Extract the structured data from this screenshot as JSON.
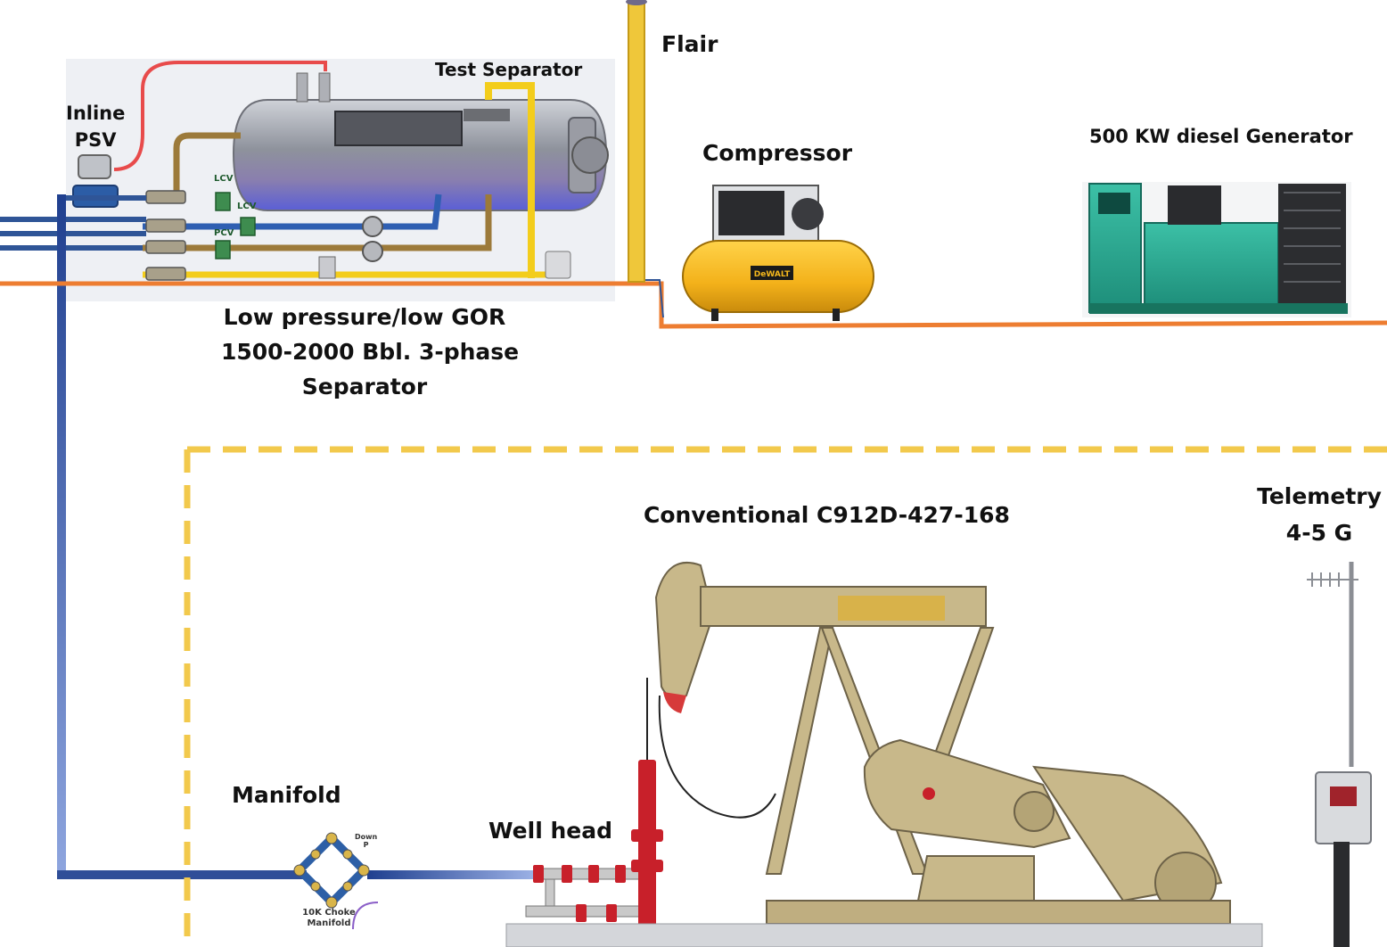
{
  "labels": {
    "flair": "Flair",
    "test_separator": "Test Separator",
    "inline_psv": [
      "Inline",
      "PSV"
    ],
    "compressor": "Compressor",
    "generator": "500 KW diesel Generator",
    "separator_caption": [
      "Low pressure/low GOR",
      "1500-2000 Bbl. 3-phase",
      "Separator"
    ],
    "telemetry": [
      "Telemetry",
      "4-5 G"
    ],
    "pumpjack": "Conventional C912D-427-168",
    "manifold": "Manifold",
    "well_head": "Well head",
    "choke_manifold": [
      "10K Choke",
      "Manifold"
    ],
    "choke_note": [
      "Down",
      "P"
    ],
    "valve_tags": [
      "LCV",
      "LCV",
      "PCV"
    ],
    "compressor_brand": "DeWALT"
  },
  "colors": {
    "flow_line": "#2f5597",
    "gas_line": "#f0c419",
    "ground_line": "#ed7d31",
    "boundary": "#f2c94c",
    "relief_line": "#e84b4b",
    "pumpjack": "#c8b88a",
    "generator": "#2aa58f",
    "compressor": "#f5b81c"
  },
  "icons": [
    "separator-vessel-icon",
    "compressor-icon",
    "generator-icon",
    "pumpjack-icon",
    "telemetry-antenna-icon",
    "wellhead-icon",
    "choke-manifold-icon",
    "relief-valve-icon"
  ]
}
